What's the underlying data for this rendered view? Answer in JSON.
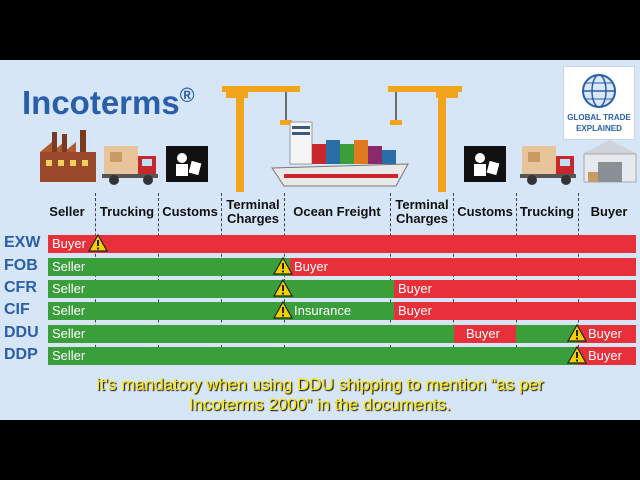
{
  "title": {
    "text": "Incoterms",
    "mark": "®"
  },
  "logo": {
    "line1": "GLOBAL TRADE",
    "line2": "EXPLAINED"
  },
  "headers": [
    {
      "label": "Seller"
    },
    {
      "label": "Trucking"
    },
    {
      "label": "Customs"
    },
    {
      "label": "Terminal Charges"
    },
    {
      "label": "Ocean Freight"
    },
    {
      "label": "Terminal Charges"
    },
    {
      "label": "Customs"
    },
    {
      "label": "Trucking"
    },
    {
      "label": "Buyer"
    }
  ],
  "rows": [
    {
      "term": "EXW",
      "segments": [
        {
          "text": "Buyer",
          "color": "red"
        }
      ]
    },
    {
      "term": "FOB",
      "segments": [
        {
          "text": "Seller",
          "color": "green"
        },
        {
          "text": "Buyer",
          "color": "red"
        }
      ]
    },
    {
      "term": "CFR",
      "segments": [
        {
          "text": "Seller",
          "color": "green"
        },
        {
          "text": "Buyer",
          "color": "red"
        }
      ]
    },
    {
      "term": "CIF",
      "segments": [
        {
          "text": "Seller",
          "color": "green"
        },
        {
          "text": "Insurance",
          "color": "green"
        },
        {
          "text": "Buyer",
          "color": "red"
        }
      ]
    },
    {
      "term": "DDU",
      "segments": [
        {
          "text": "Seller",
          "color": "green"
        },
        {
          "text": "Buyer",
          "color": "red"
        },
        {
          "text": "Buyer",
          "color": "red"
        }
      ]
    },
    {
      "term": "DDP",
      "segments": [
        {
          "text": "Seller",
          "color": "green"
        },
        {
          "text": "Buyer",
          "color": "red"
        }
      ]
    }
  ],
  "subtitle": {
    "line1": "it's mandatory when using DDU shipping to mention “as per",
    "line2": "Incoterms 2000” in the documents."
  },
  "colors": {
    "seller": "#3a9e3a",
    "buyer": "#e8303a",
    "accent": "#2a5ea8"
  }
}
